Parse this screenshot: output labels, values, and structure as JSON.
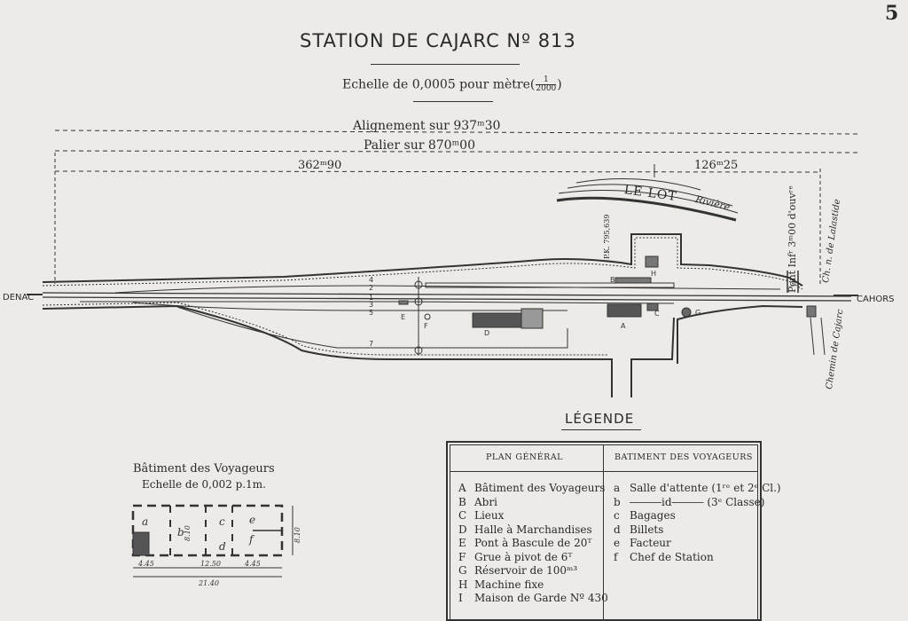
{
  "page_number": "5",
  "title": "STATION DE CAJARC Nº 813",
  "scale": {
    "text": "Echelle de 0,0005 pour mètre",
    "frac_num": "1",
    "frac_den": "2000"
  },
  "profile": {
    "alignement": "Alignement  sur  937ᵐ30",
    "palier": "Palier  sur  870ᵐ00",
    "dim_left": "362ᵐ90",
    "dim_right": "126ᵐ25"
  },
  "map": {
    "river": "LE LOT",
    "river_sub": "Rivière",
    "bridge": "Pont Infʳ 3ᵐ00 d'ouvʳᵉ",
    "road_top": "Ch. n. de Lalastide",
    "road_bottom": "Chemin de Cajarc",
    "pk": "P.K. 795,639",
    "left_destination": "DENAC",
    "right_destination": "CAHORS",
    "track_numbers": [
      "1",
      "2",
      "3",
      "4",
      "5",
      "7"
    ],
    "letters": [
      "A",
      "B",
      "C",
      "D",
      "E",
      "F",
      "G",
      "H"
    ]
  },
  "legend": {
    "title": "LÉGENDE",
    "plan_heading": "PLAN GÉNÉRAL",
    "batiment_heading": "BATIMENT DES VOYAGEURS",
    "plan_items": [
      {
        "key": "A",
        "label": "Bâtiment des Voyageurs"
      },
      {
        "key": "B",
        "label": "Abri"
      },
      {
        "key": "C",
        "label": "Lieux"
      },
      {
        "key": "D",
        "label": "Halle à Marchandises"
      },
      {
        "key": "E",
        "label": "Pont à Bascule de 20ᵀ"
      },
      {
        "key": "F",
        "label": "Grue à pivot de 6ᵀ"
      },
      {
        "key": "G",
        "label": "Réservoir de 100ᵐ³"
      },
      {
        "key": "H",
        "label": "Machine fixe"
      },
      {
        "key": "I",
        "label": "Maison de Garde Nº 430"
      }
    ],
    "batiment_items": [
      {
        "key": "a",
        "label": "Salle d'attente (1ʳᵉ et 2ᵉ Cl.)"
      },
      {
        "key": "b",
        "label": "―――id――― (3ᵉ Classe)"
      },
      {
        "key": "c",
        "label": "Bagages"
      },
      {
        "key": "d",
        "label": "Billets"
      },
      {
        "key": "e",
        "label": "Facteur"
      },
      {
        "key": "f",
        "label": "Chef de Station"
      }
    ]
  },
  "batiment": {
    "title": "Bâtiment des Voyageurs",
    "scale": "Echelle de 0,002 p.1m.",
    "dims": [
      "4.45",
      "12.50",
      "4.45",
      "21.40",
      "8.10",
      "8.10"
    ],
    "rooms": [
      "a",
      "b",
      "c",
      "d",
      "e",
      "f"
    ]
  }
}
